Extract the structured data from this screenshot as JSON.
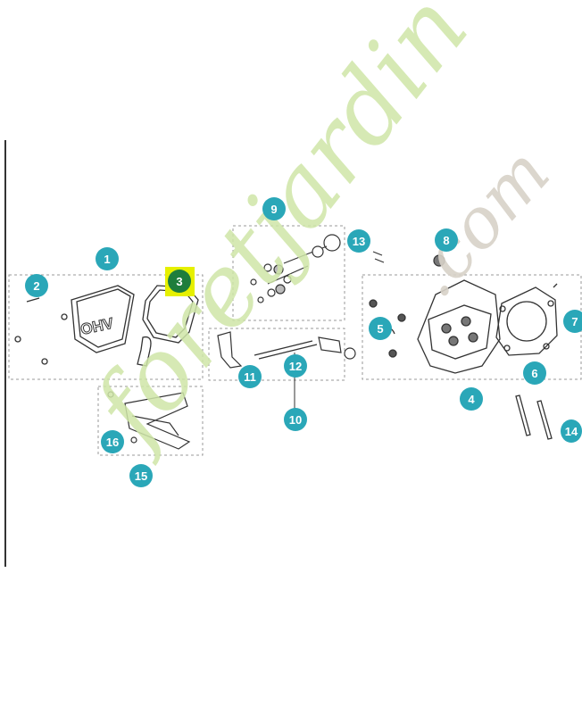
{
  "diagram": {
    "callouts": [
      {
        "id": "1",
        "label": "1"
      },
      {
        "id": "2",
        "label": "2"
      },
      {
        "id": "3",
        "label": "3",
        "selected": true
      },
      {
        "id": "4",
        "label": "4"
      },
      {
        "id": "5",
        "label": "5"
      },
      {
        "id": "6",
        "label": "6"
      },
      {
        "id": "7",
        "label": "7"
      },
      {
        "id": "8",
        "label": "8"
      },
      {
        "id": "9",
        "label": "9"
      },
      {
        "id": "10",
        "label": "10"
      },
      {
        "id": "11",
        "label": "11"
      },
      {
        "id": "12",
        "label": "12"
      },
      {
        "id": "13",
        "label": "13"
      },
      {
        "id": "14",
        "label": "14"
      },
      {
        "id": "15",
        "label": "15"
      },
      {
        "id": "16",
        "label": "16"
      }
    ],
    "valve_cover_text": "OHV"
  },
  "watermark": {
    "line1": "foretjardin",
    "line2": ".com",
    "colors": {
      "green": "#cfe6a8",
      "orange": "#f5d7b0",
      "gray": "#d8d2c8"
    }
  },
  "colors": {
    "callout": "#2aa7b8",
    "selected_callout": "#1e7d3c",
    "highlight": "#e6f000"
  }
}
